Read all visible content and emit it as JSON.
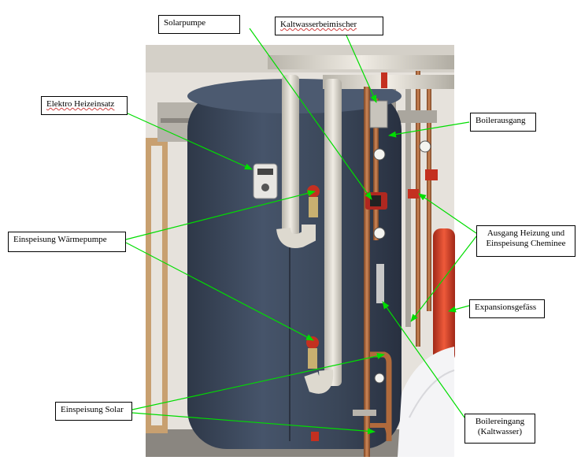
{
  "labels": {
    "solarpumpe": "Solarpumpe",
    "kaltwasser": "Kaltwasserbeimischer",
    "elektro": "Elektro Heizeinsatz",
    "boilerausgang": "Boilerausgang",
    "waermepumpe": "Einspeisung Wärmepumpe",
    "heizung_line1": "Ausgang Heizung und",
    "heizung_line2": "Einspeisung Cheminee",
    "expansion": "Expansionsgefäss",
    "solar": "Einspeisung Solar",
    "boilereingang_line1": "Boilereingang",
    "boilereingang_line2": "(Kaltwasser)"
  },
  "colors": {
    "arrow": "#00dd00",
    "tank": "#3e4a5c",
    "wall": "#e6e2dc",
    "pipe_white": "#ddd9cf",
    "copper": "#b06a3c",
    "red_tank": "#d8442a"
  }
}
